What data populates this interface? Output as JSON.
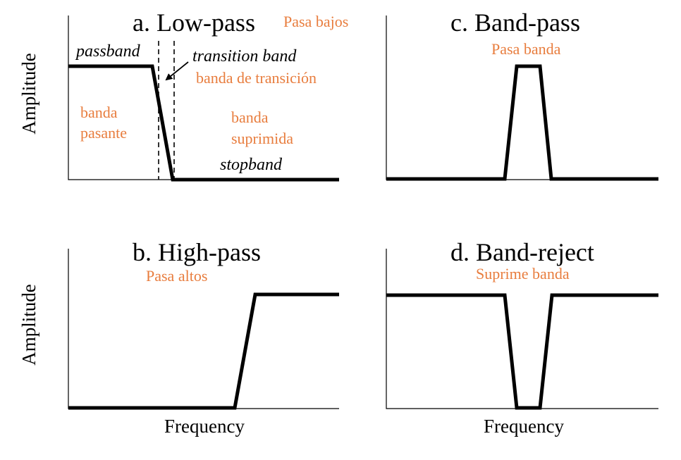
{
  "colors": {
    "spanish_label": "#e87d3e",
    "lines": "#000000"
  },
  "panels": {
    "a": {
      "title": "a. Low-pass",
      "spanish": "Pasa bajos",
      "passband": "passband",
      "transition": "transition  band",
      "transition_es": "banda de transición",
      "passband_es_1": "banda",
      "passband_es_2": "pasante",
      "stopband_es_1": "banda",
      "stopband_es_2": "suprimida",
      "stopband": "stopband"
    },
    "b": {
      "title": "b. High-pass",
      "spanish": "Pasa altos"
    },
    "c": {
      "title": "c. Band-pass",
      "spanish": "Pasa banda"
    },
    "d": {
      "title": "d. Band-reject",
      "spanish": "Suprime banda"
    }
  },
  "axes": {
    "y_label": "Amplitude",
    "x_label": "Frequency"
  }
}
